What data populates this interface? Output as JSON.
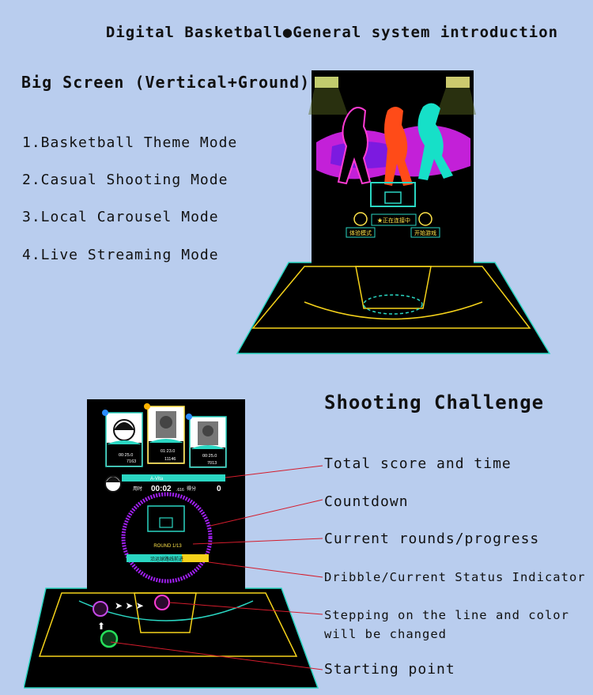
{
  "header": {
    "title": "Digital Basketball●General system introduction"
  },
  "big_screen": {
    "subtitle": "Big Screen (Vertical+Ground)",
    "modes": [
      "1.Basketball Theme Mode",
      "2.Casual Shooting Mode",
      "3.Local Carousel Mode",
      "4.Live Streaming Mode"
    ],
    "screen_labels": {
      "left_btn": "体验模式",
      "center_banner": "★正在连接中",
      "right_btn": "开始游戏"
    }
  },
  "challenge": {
    "title": "Shooting Challenge",
    "annotations": {
      "total_score": "Total score and time",
      "countdown": "Countdown",
      "rounds": "Current rounds/progress",
      "dribble": "Dribble/Current Status Indicator",
      "stepping_line1": "Stepping on the line and color",
      "stepping_line2": "will be changed",
      "starting": "Starting point"
    },
    "screen": {
      "players": [
        {
          "rank": "2",
          "time": "00:25.0",
          "score": "7163"
        },
        {
          "rank": "1",
          "time": "01:23.0",
          "score": "11146"
        },
        {
          "rank": "3",
          "time": "00:25.0",
          "score": "7013"
        }
      ],
      "current_player": "A-Vita",
      "time_label": "用时",
      "timer": "00:02",
      "timer_ms": ".616",
      "score_label": "得分",
      "score": "0",
      "round": "ROUND 1/13",
      "status": "沿运球路线前进"
    }
  },
  "colors": {
    "background": "#b9cdee",
    "annotation_line": "#d41c2c",
    "screen_bg": "#000000",
    "court_yellow": "#f5d21a",
    "court_teal": "#2ad6c2"
  }
}
